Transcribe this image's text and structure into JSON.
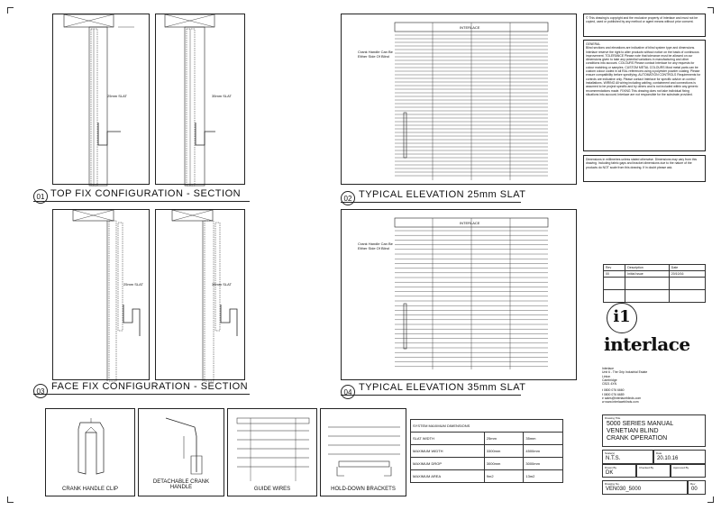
{
  "sections": {
    "s01": {
      "num": "01",
      "title": "TOP FIX CONFIGURATION - SECTION",
      "slat_a": "25mm SLAT",
      "slat_b": "35mm SLAT"
    },
    "s02": {
      "num": "02",
      "title": "TYPICAL ELEVATION 25mm SLAT",
      "header_label": "INTERLACE",
      "note": "Crank Handle Can Be Either Side Of Blind"
    },
    "s03": {
      "num": "03",
      "title": "FACE FIX CONFIGURATION - SECTION",
      "slat_a": "25mm SLAT",
      "slat_b": "35mm SLAT"
    },
    "s04": {
      "num": "04",
      "title": "TYPICAL ELEVATION 35mm SLAT",
      "header_label": "INTERLACE",
      "note": "Crank Handle Can Be Either Side Of Blind"
    }
  },
  "details": {
    "d1": "CRANK HANDLE CLIP",
    "d2": "DETACHABLE CRANK HANDLE",
    "d3": "GUIDE WIRES",
    "d4": "HOLD-DOWN BRACKETS"
  },
  "dimensions_table": {
    "title": "SYSTEM MAXIMUM DIMENSIONS",
    "rows": [
      [
        "SLAT WIDTH",
        "25mm",
        "35mm"
      ],
      [
        "MAXIMUM WIDTH",
        "3300mm",
        "4500mm"
      ],
      [
        "MAXIMUM DROP",
        "3000mm",
        "3000mm"
      ],
      [
        "MAXIMUM AREA",
        "9m2",
        "13m2"
      ]
    ]
  },
  "notes": {
    "copyright": "© This drawing is copyright and the exclusive property of Interlace and must not be copied, used or published by any method or agent means without prior consent.",
    "general": "GENERAL",
    "general_body": "Blind sections and elevations are indicative of blind system type and dimensions. Interlace reserve the right to alter products without notice on the basis of continuous improvement. TOLERANCE Please note that tolerance must be allowed on our dimensions given to take any potential variations in manufacturing and other conditions into account. COLOURS Please contact Interlace for any requests for colour matching or samples. CUSTOM METAL COLOURS Most metal parts can be custom colour coded in all RAL references using a polyester powder coating. Please ensure compatibility before specifying. AUTOMATION CONTROLS Requirements for controls are indicative only. Please contact Interlace for specific advice on control installations. WIRING All wiring including cabling, containment and connections is assumed to be project specific and by others and is not included within any generic recommendations made. FIXING This drawing does not take individual fixing situations into account; Interlace are not responsible for the substrate provided.",
    "dims_note": "Dimensions in millimetres unless stated otherwise. Dimensions may vary from this drawing. Including fabric gaps and bracket dimensions due to the nature of the products do NOT scale from this drawing. If in doubt please ask."
  },
  "revision": {
    "headers": [
      "Rev",
      "Description",
      "Date"
    ],
    "rows": [
      [
        "00",
        "Initial Issue",
        "20/10/16"
      ]
    ]
  },
  "company": {
    "logo_mark": "i1",
    "logo_text": "interlace",
    "address": [
      "Interlace",
      "Unit 6 - The Grip Industrial Estate",
      "Linton",
      "Cambridge",
      "CB21 4XN"
    ],
    "phone": "t   0800 076 6660",
    "fax": "f   0800 076 6689",
    "email": "e   sales@interlaceblinds.com",
    "web": "w   www.interlaceblinds.com"
  },
  "title_block": {
    "drawing_title_label": "Drawing Title",
    "drawing_title": [
      "5000 SERIES MANUAL",
      "VENETIAN BLIND",
      "CRANK OPERATION"
    ],
    "scale_label": "Scale(s)",
    "scale": "N.T.S.",
    "date_label": "Date",
    "date": "20.10.16",
    "drawn_label": "Drawn By",
    "drawn": "DK",
    "checked_label": "Checked By",
    "approved_label": "Approved By",
    "drawing_no_label": "Drawing No.",
    "drawing_no": "VEN030_5000",
    "rev_label": "Rev",
    "rev": "00"
  }
}
